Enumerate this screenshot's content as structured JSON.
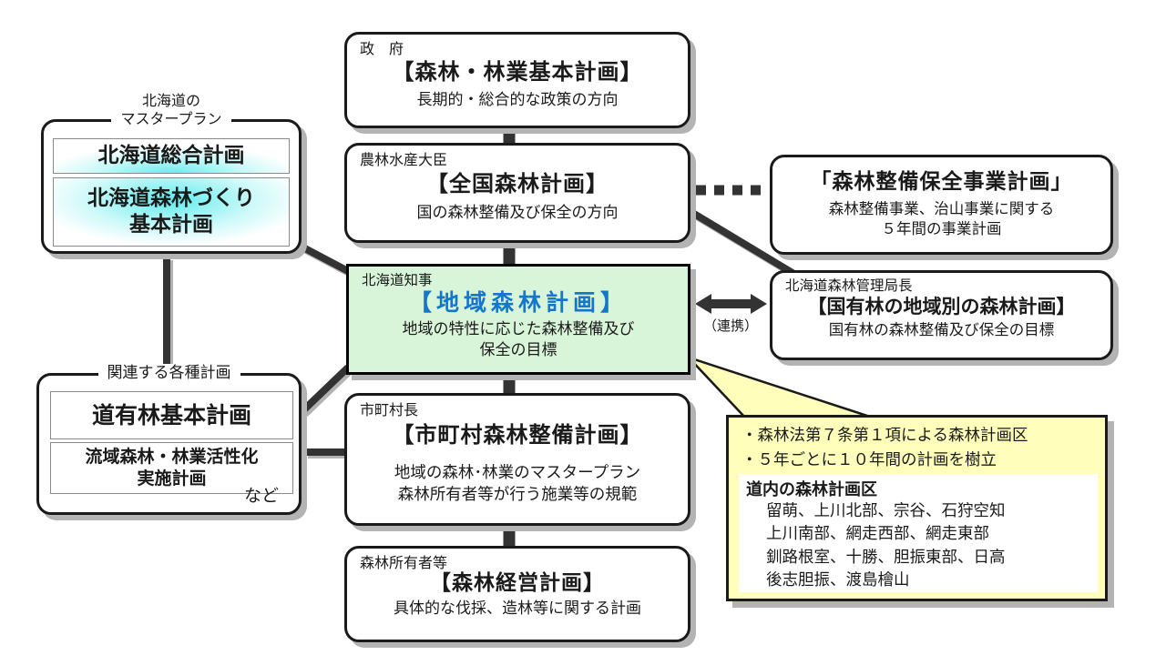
{
  "boxes": {
    "government": {
      "label": "政　府",
      "title": "【森林・林業基本計画】",
      "desc": "長期的・総合的な政策の方向"
    },
    "national": {
      "label": "農林水産大臣",
      "title": "【全国森林計画】",
      "desc": "国の森林整備及び保全の方向"
    },
    "maintenance": {
      "title": "「森林整備保全事業計画」",
      "desc1": "森林整備事業、治山事業に関する",
      "desc2": "５年間の事業計画"
    },
    "regional": {
      "label": "北海道知事",
      "title": "【地域森林計画】",
      "desc1": "地域の特性に応じた森林整備及び",
      "desc2": "保全の目標"
    },
    "national_forest": {
      "label": "北海道森林管理局長",
      "title": "【国有林の地域別の森林計画】",
      "desc": "国有林の森林整備及び保全の目標"
    },
    "municipal": {
      "label": "市町村長",
      "title": "【市町村森林整備計画】",
      "desc1": "地域の森林･林業のマスタープラン",
      "desc2": "森林所有者等が行う施業等の規範"
    },
    "owner": {
      "label": "森林所有者等",
      "title": "【森林経営計画】",
      "desc": "具体的な伐採、造林等に関する計画"
    }
  },
  "master_group": {
    "label_line1": "北海道の",
    "label_line2": "マスタープラン",
    "item1": "北海道総合計画",
    "item2_line1": "北海道森林づくり",
    "item2_line2": "基本計画"
  },
  "related_group": {
    "label": "関連する各種計画",
    "item1": "道有林基本計画",
    "item2_line1": "流域森林・林業活性化",
    "item2_line2": "実施計画",
    "etc": "など"
  },
  "link_label": "（連携）",
  "note": {
    "bullet1": "・森林法第７条第１項による森林計画区",
    "bullet2": "・５年ごとに１０年間の計画を樹立",
    "inner_title": "道内の森林計画区",
    "lines": [
      "留萌、上川北部、宗谷、石狩空知",
      "上川南部、網走西部、網走東部",
      "釧路根室、十勝、胆振東部、日高",
      "後志胆振、渡島檜山"
    ]
  },
  "colors": {
    "regional_bg": "#d9f5d9",
    "note_bg": "#ffffbb",
    "title_blue": "#1477cc",
    "highlight_cyan": "#5feded",
    "shadow": "#b3b3b3",
    "connector": "#333333"
  }
}
